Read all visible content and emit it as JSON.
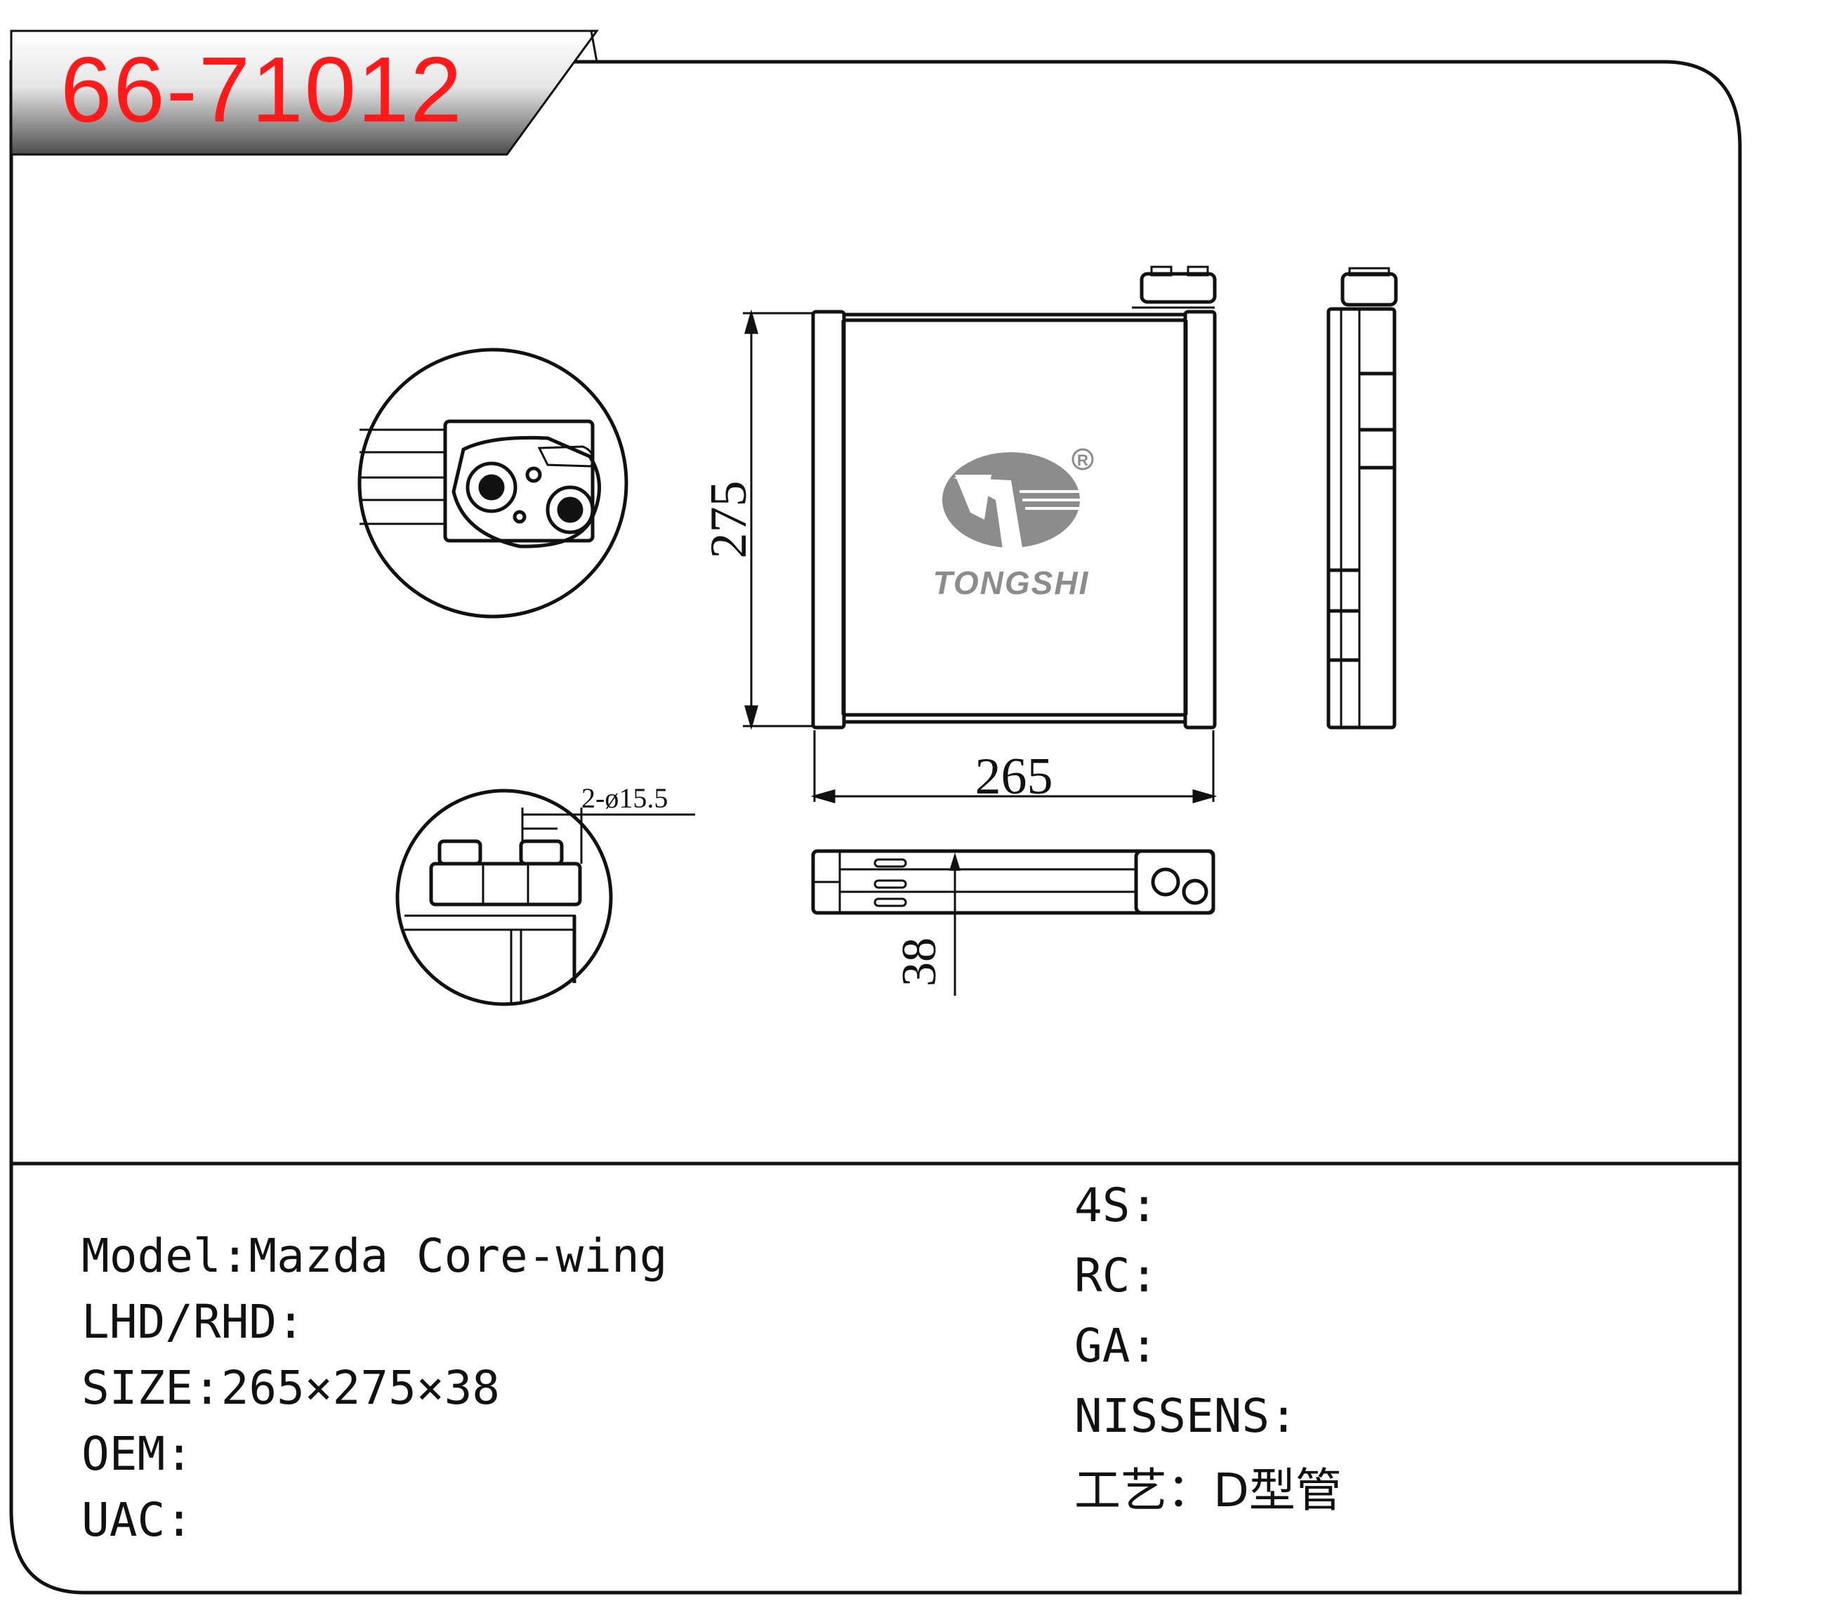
{
  "part_number": "66-71012",
  "brand": {
    "name": "TONGSHI",
    "registered_mark": "R"
  },
  "drawing": {
    "dim_width": "265",
    "dim_height": "275",
    "dim_depth": "38",
    "port_callout": "2-ø15.5"
  },
  "specs_left": [
    {
      "label": "Model:",
      "value": "Mazda Core-wing"
    },
    {
      "label": "LHD/RHD:",
      "value": ""
    },
    {
      "label": "SIZE:",
      "value": "265×275×38"
    },
    {
      "label": "OEM:",
      "value": ""
    },
    {
      "label": "UAC:",
      "value": ""
    }
  ],
  "specs_right": [
    {
      "label": "4S:",
      "value": ""
    },
    {
      "label": "RC:",
      "value": ""
    },
    {
      "label": "GA:",
      "value": ""
    },
    {
      "label": "NISSENS:",
      "value": ""
    },
    {
      "label": "工艺：",
      "value": "D型管"
    }
  ],
  "colors": {
    "part_number": "#ff1a1a",
    "line": "#111111",
    "logo": "#8c8c8c"
  }
}
